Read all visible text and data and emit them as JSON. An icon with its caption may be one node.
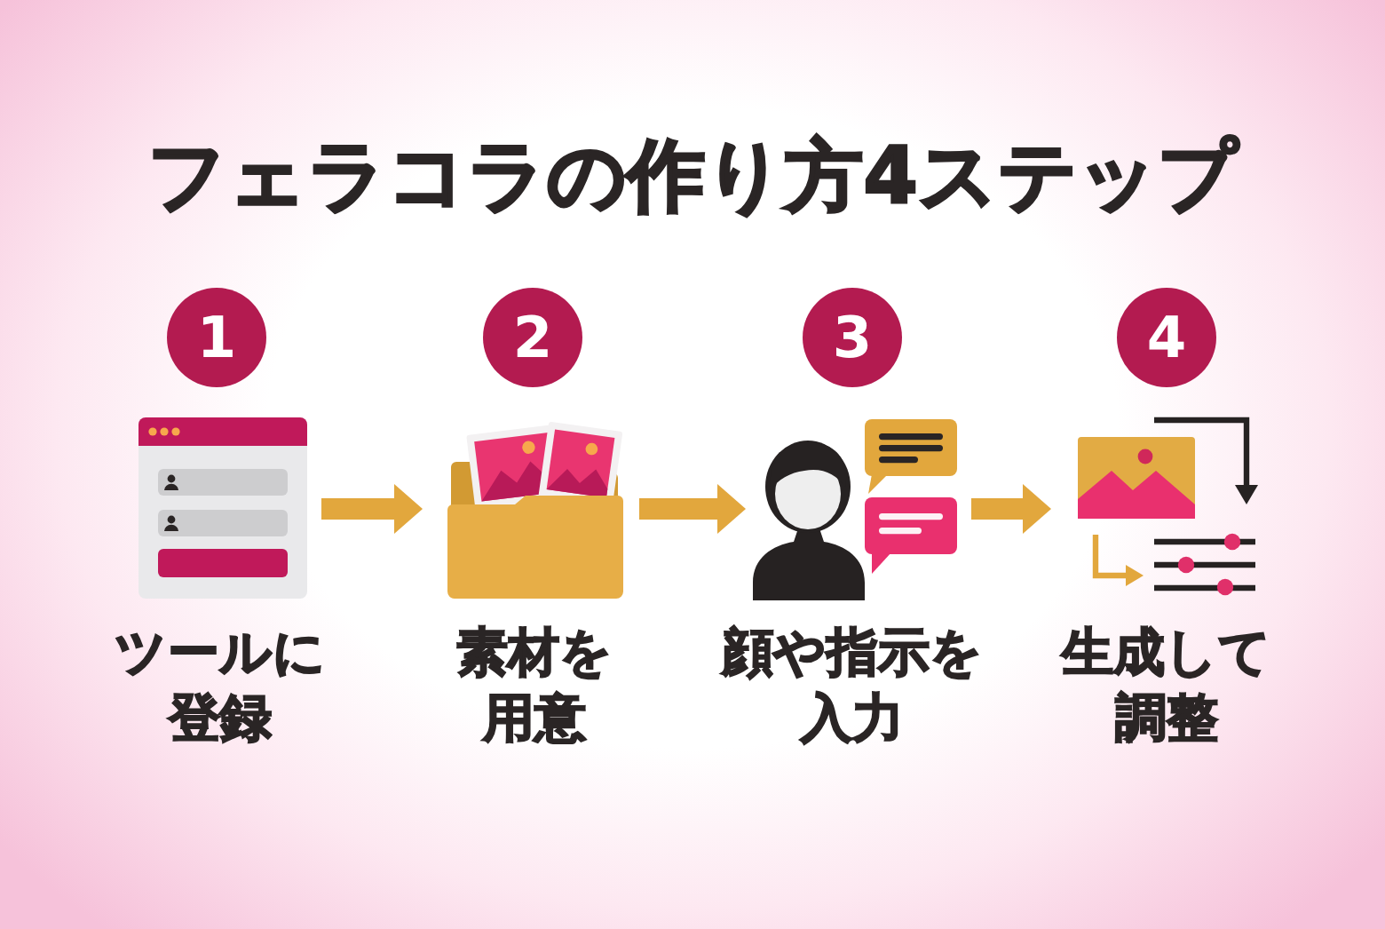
{
  "diagram": {
    "title": "フェラコラの作り方4ステップ",
    "nodes": [
      {
        "text": [
          "1"
        ]
      },
      {
        "text": [],
        "shape": "picture",
        "beside": [
          "ツールに登録"
        ]
      },
      {
        "text": [
          "2"
        ]
      },
      {
        "text": [],
        "shape": "picture",
        "beside": [
          "素材を用意"
        ]
      },
      {
        "text": [
          "3"
        ]
      },
      {
        "text": [],
        "shape": "picture",
        "beside": [
          "顔や指示を入力"
        ]
      },
      {
        "text": [
          "4"
        ]
      },
      {
        "text": [],
        "shape": "picture",
        "beside": [
          "生成して調整"
        ]
      }
    ],
    "edges": [
      {
        "from": 1,
        "to": 3,
        "arrow": "to"
      },
      {
        "from": 3,
        "to": 5,
        "arrow": "to"
      },
      {
        "from": 5,
        "to": 7,
        "arrow": "to"
      }
    ]
  }
}
